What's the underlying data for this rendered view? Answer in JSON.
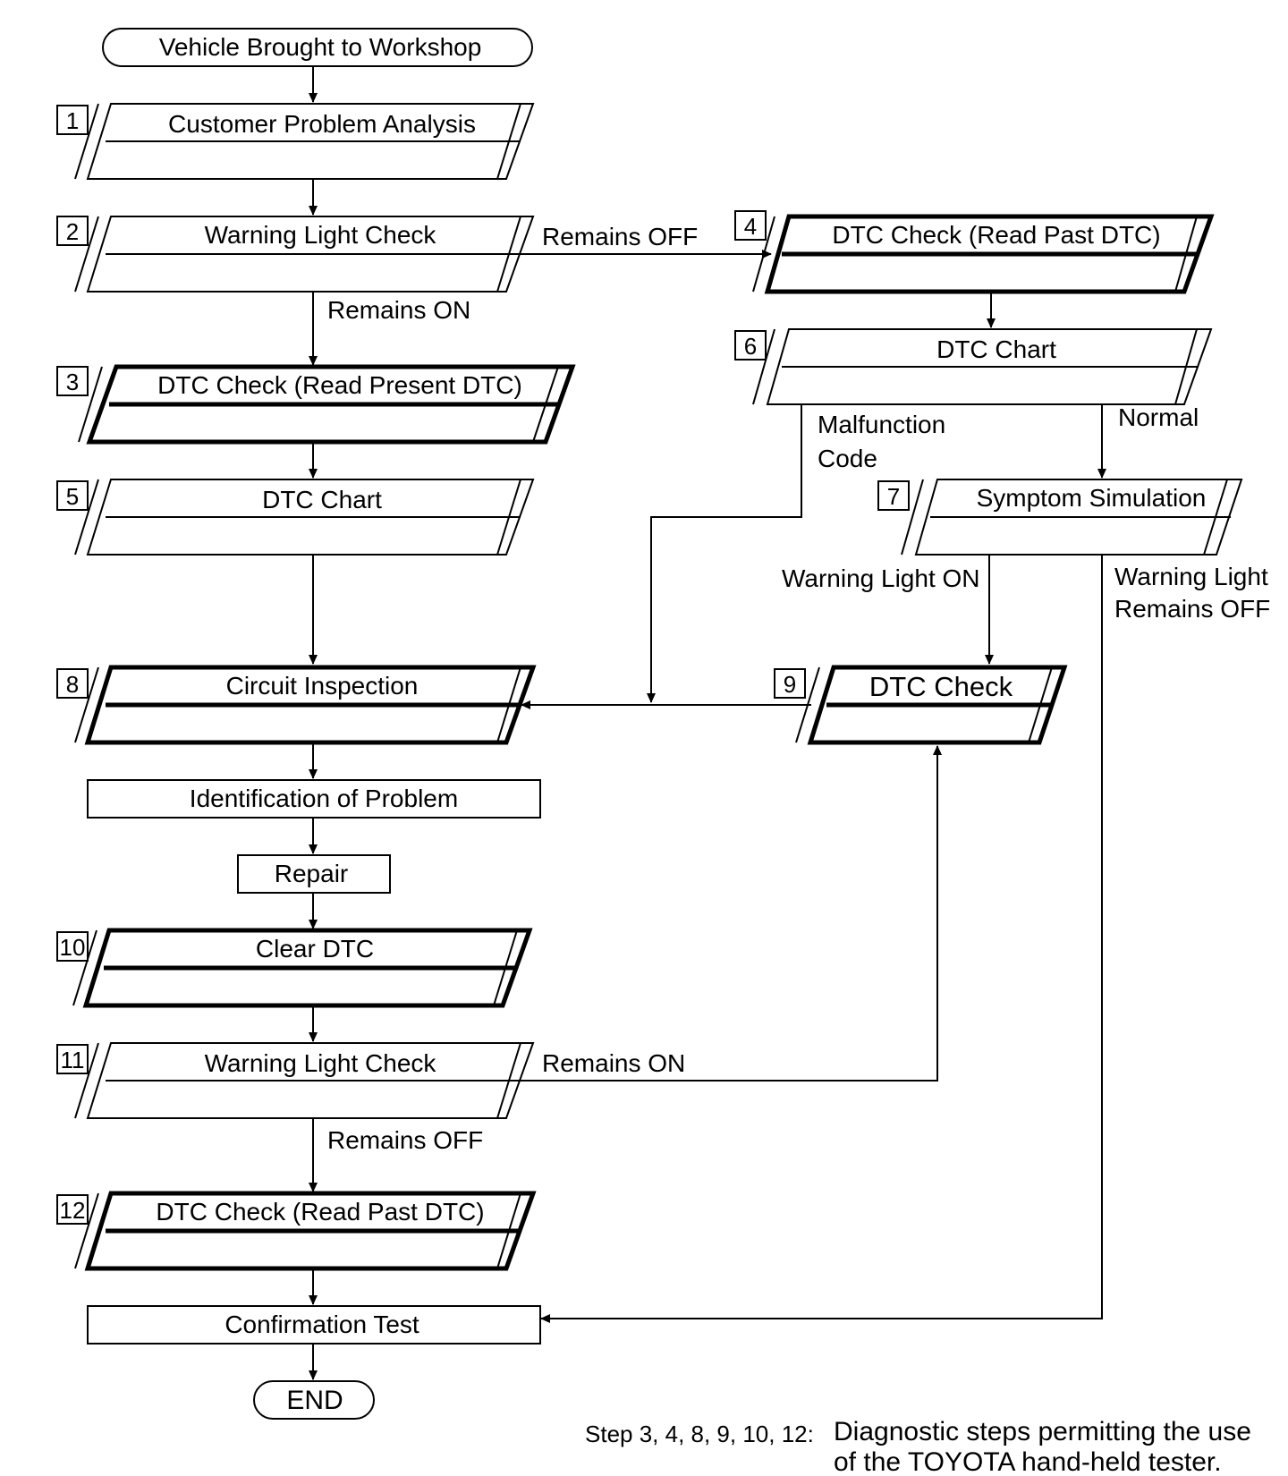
{
  "steps": {
    "start": "Vehicle Brought to Workshop",
    "s1": "Customer Problem Analysis",
    "s2": "Warning Light Check",
    "s3": "DTC Check (Read Present DTC)",
    "s4": "DTC Check (Read Past DTC)",
    "s5": "DTC Chart",
    "s6": "DTC Chart",
    "s7": "Symptom Simulation",
    "s8": "Circuit Inspection",
    "s9": "DTC Check",
    "identify": "Identification of Problem",
    "repair": "Repair",
    "s10": "Clear DTC",
    "s11": "Warning Light Check",
    "s12": "DTC Check (Read Past DTC)",
    "confirm": "Confirmation Test",
    "end": "END"
  },
  "numbers": {
    "n1": "1",
    "n2": "2",
    "n3": "3",
    "n4": "4",
    "n5": "5",
    "n6": "6",
    "n7": "7",
    "n8": "8",
    "n9": "9",
    "n10": "10",
    "n11": "11",
    "n12": "12"
  },
  "edges": {
    "remains_off": "Remains OFF",
    "remains_on": "Remains ON",
    "malfunction_1": "Malfunction",
    "malfunction_2": "Code",
    "normal": "Normal",
    "warning_light_on": "Warning Light ON",
    "wl_remains_off_1": "Warning Light",
    "wl_remains_off_2": "Remains OFF",
    "remains_on_11": "Remains ON",
    "remains_off_11": "Remains OFF"
  },
  "footnote": {
    "prefix": "Step 3, 4, 8, 9, 10, 12:",
    "line1": "Diagnostic steps permitting the use",
    "line2": "of the TOYOTA  hand-held  tester."
  }
}
